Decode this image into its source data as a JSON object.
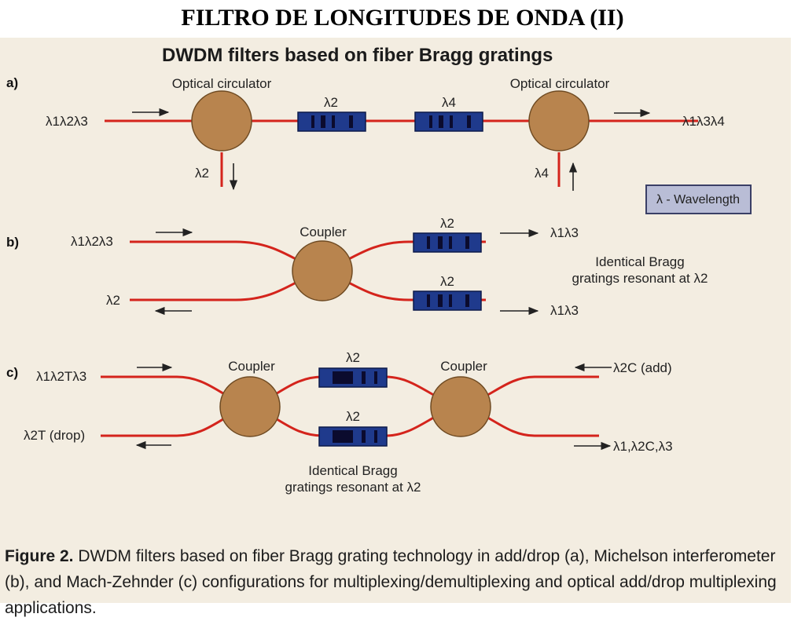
{
  "slide_title": "FILTRO DE LONGITUDES DE ONDA (II)",
  "figure_heading": "DWDM filters based on fiber Bragg gratings",
  "legend": "λ - Wavelength",
  "panel_a": {
    "tag": "a)",
    "circulator_left_label": "Optical circulator",
    "circulator_right_label": "Optical circulator",
    "input": "λ1λ2λ3",
    "output": "λ1λ3λ4",
    "grating1": "λ2",
    "grating2": "λ4",
    "drop": "λ2",
    "add": "λ4"
  },
  "panel_b": {
    "tag": "b)",
    "coupler_label": "Coupler",
    "input": "λ1λ2λ3",
    "reflected": "λ2",
    "grating_top": "λ2",
    "grating_bottom": "λ2",
    "out_top": "λ1λ3",
    "out_bottom": "λ1λ3",
    "note_line1": "Identical Bragg",
    "note_line2": "gratings resonant at λ2"
  },
  "panel_c": {
    "tag": "c)",
    "coupler_left_label": "Coupler",
    "coupler_right_label": "Coupler",
    "input": "λ1λ2Tλ3",
    "drop": "λ2T (drop)",
    "grating_top": "λ2",
    "grating_bottom": "λ2",
    "add": "λ2C  (add)",
    "output": "λ1,λ2C,λ3",
    "note_line1": "Identical Bragg",
    "note_line2": "gratings resonant at λ2"
  },
  "caption": {
    "label": "Figure 2.",
    "text": " DWDM filters based on fiber Bragg grating technology in add/drop (a), Michelson interferometer (b), and Mach-Zehnder (c) configurations for multiplexing/demultiplexing and optical add/drop multiplexing applications."
  },
  "colors": {
    "fiber": "#d4241c",
    "circulator": "#b8844e",
    "grating": "#1f3a8c",
    "background": "#f3ede1",
    "legend_box": "#b9bdd6"
  }
}
